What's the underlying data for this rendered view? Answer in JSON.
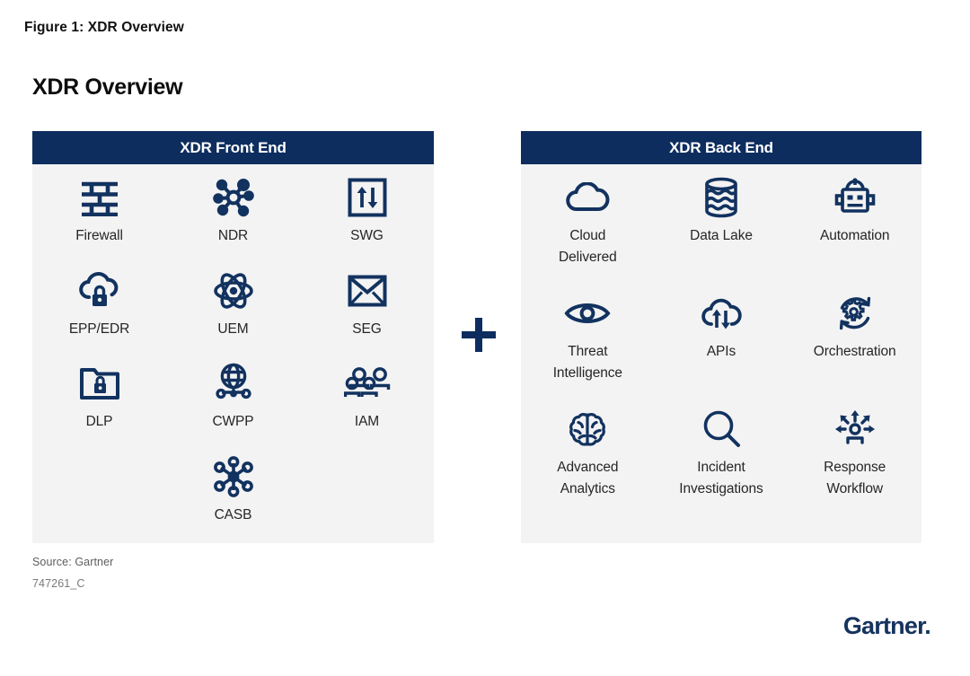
{
  "figure": {
    "caption": "Figure 1: XDR Overview",
    "title": "XDR Overview",
    "source": "Source: Gartner",
    "id": "747261_C",
    "logo": "Gartner",
    "logo_dot": "."
  },
  "colors": {
    "header_bg": "#0d2d5e",
    "panel_bg": "#f3f3f3",
    "icon_stroke": "#12325f",
    "page_bg": "#ffffff",
    "label_text": "#262626",
    "logo": "#16335e"
  },
  "connector": {
    "symbol": "+",
    "name": "plus-sign"
  },
  "panels": [
    {
      "key": "front_end",
      "header": "XDR Front End",
      "items": [
        {
          "label": "Firewall",
          "icon": "brick-wall-icon"
        },
        {
          "label": "NDR",
          "icon": "network-hub-icon"
        },
        {
          "label": "SWG",
          "icon": "up-down-arrows-box-icon"
        },
        {
          "label": "EPP/EDR",
          "icon": "cloud-lock-icon"
        },
        {
          "label": "UEM",
          "icon": "atom-icon"
        },
        {
          "label": "SEG",
          "icon": "envelope-icon"
        },
        {
          "label": "DLP",
          "icon": "folder-lock-icon"
        },
        {
          "label": "CWPP",
          "icon": "globe-network-icon"
        },
        {
          "label": "IAM",
          "icon": "people-group-icon"
        },
        {
          "label": "CASB",
          "icon": "node-cluster-icon"
        }
      ]
    },
    {
      "key": "back_end",
      "header": "XDR Back End",
      "items": [
        {
          "label": "Cloud\nDelivered",
          "icon": "cloud-icon"
        },
        {
          "label": "Data Lake",
          "icon": "data-lake-icon"
        },
        {
          "label": "Automation",
          "icon": "robot-icon"
        },
        {
          "label": "Threat\nIntelligence",
          "icon": "eye-icon"
        },
        {
          "label": "APIs",
          "icon": "cloud-sync-icon"
        },
        {
          "label": "Orchestration",
          "icon": "gear-refresh-icon"
        },
        {
          "label": "Advanced\nAnalytics",
          "icon": "brain-icon"
        },
        {
          "label": "Incident\nInvestigations",
          "icon": "magnifier-icon"
        },
        {
          "label": "Response\nWorkflow",
          "icon": "person-arrows-icon"
        }
      ]
    }
  ]
}
